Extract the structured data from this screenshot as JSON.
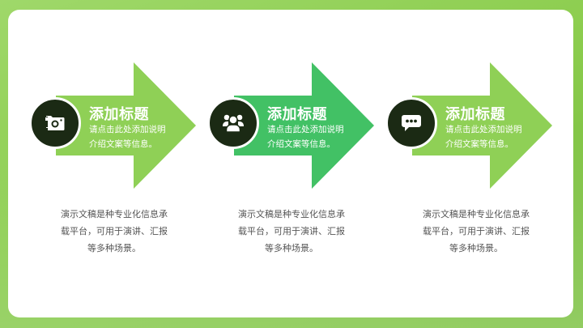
{
  "slide": {
    "colors": {
      "background": "#8ccd4e",
      "card": "#ffffff",
      "arrow_light_green": "#8fd056",
      "arrow_mid_green": "#42c165",
      "circle_dark": "#1b2a14",
      "desc_text": "#555555"
    },
    "steps": [
      {
        "icon": "camera-icon",
        "title": "添加标题",
        "subtitle_line1": "请点击此处添加说明",
        "subtitle_line2": "介绍文案等信息。",
        "desc_line1": "演示文稿是种专业化信息承",
        "desc_line2": "载平台，可用于演讲、汇报",
        "desc_line3": "等多种场景。"
      },
      {
        "icon": "users-icon",
        "title": "添加标题",
        "subtitle_line1": "请点击此处添加说明",
        "subtitle_line2": "介绍文案等信息。",
        "desc_line1": "演示文稿是种专业化信息承",
        "desc_line2": "载平台，可用于演讲、汇报",
        "desc_line3": "等多种场景。"
      },
      {
        "icon": "chat-bubble-icon",
        "title": "添加标题",
        "subtitle_line1": "请点击此处添加说明",
        "subtitle_line2": "介绍文案等信息。",
        "desc_line1": "演示文稿是种专业化信息承",
        "desc_line2": "载平台，可用于演讲、汇报",
        "desc_line3": "等多种场景。"
      }
    ]
  }
}
